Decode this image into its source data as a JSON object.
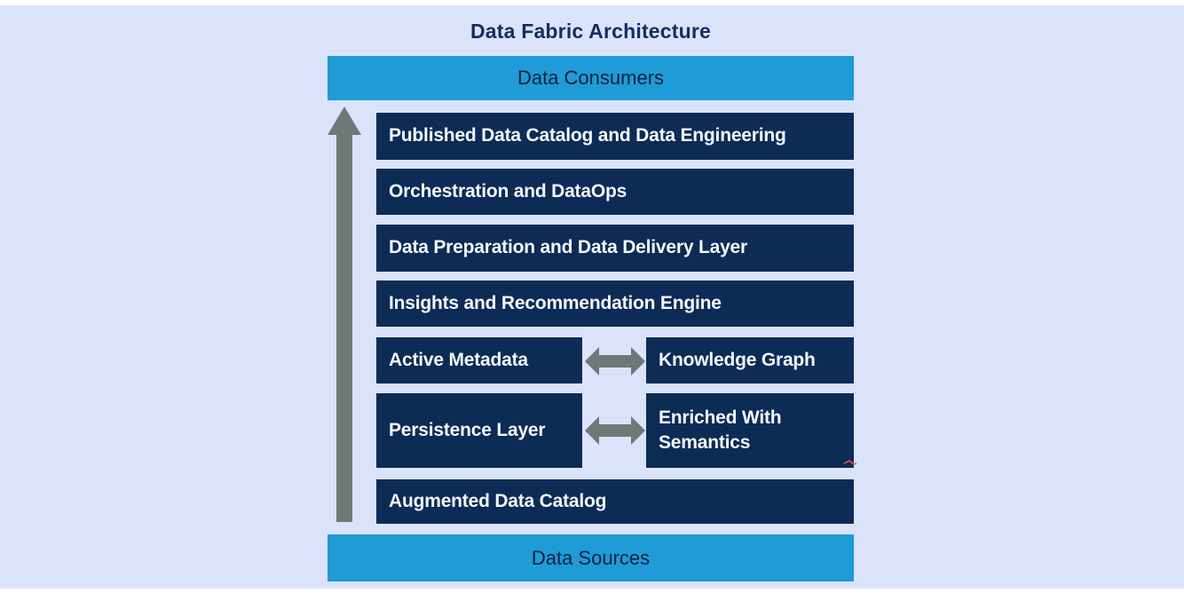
{
  "title": "Data Fabric Architecture",
  "consumers_bar": {
    "label": "Data Consumers"
  },
  "sources_bar": {
    "label": "Data Sources"
  },
  "layers": [
    {
      "label": "Published Data Catalog and Data Engineering"
    },
    {
      "label": "Orchestration and DataOps"
    },
    {
      "label": "Data Preparation and Data Delivery Layer"
    },
    {
      "label": "Insights and Recommendation Engine"
    }
  ],
  "paired_rows": [
    {
      "left": {
        "label": "Active Metadata"
      },
      "right": {
        "label": "Knowledge Graph"
      }
    },
    {
      "left": {
        "label": "Persistence Layer"
      },
      "right": {
        "label": "Enriched With Semantics"
      }
    }
  ],
  "base_layer": {
    "label": "Augmented Data Catalog"
  },
  "icons": {
    "up_arrow": "upward-flow-arrow",
    "double_arrow_row5": "bidirectional-arrow",
    "double_arrow_row6": "bidirectional-arrow"
  },
  "colors": {
    "background": "#dbe3fa",
    "navy_box": "#0c2b55",
    "cyan_bar": "#1f9bd7",
    "title_text": "#132e63",
    "bar_text": "#0b2340",
    "box_text": "#f4f7fc",
    "arrow_gray": "#6e7876",
    "artifact_red": "#e4584a"
  }
}
